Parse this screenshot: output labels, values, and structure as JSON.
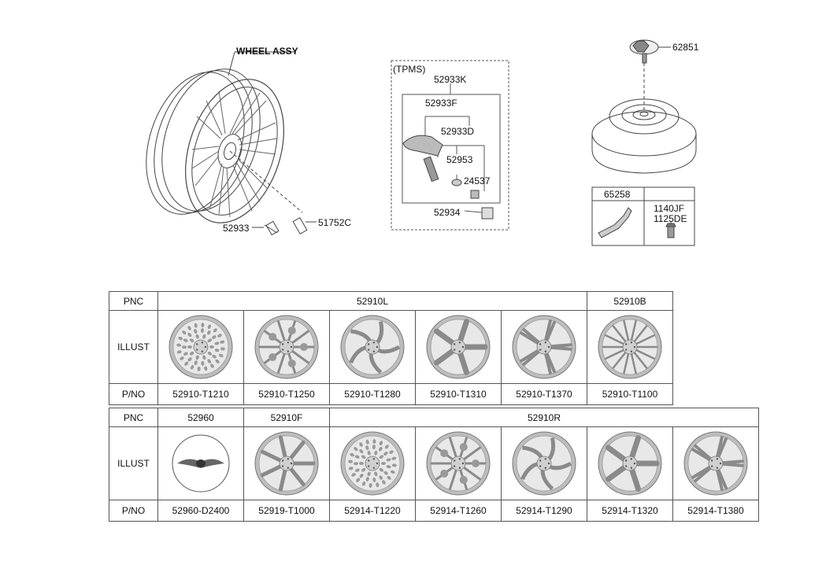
{
  "assembly": {
    "wheel_assy": "WHEEL ASSY",
    "valve_part": "52933",
    "nut_part": "51752C"
  },
  "tpms": {
    "title": "(TPMS)",
    "parts": {
      "sensor_assy": "52933K",
      "sensor": "52933F",
      "valve_body": "52933D",
      "valve_stem": "52953",
      "grommet": "24537",
      "cap": "52934"
    }
  },
  "spare": {
    "holder_part": "62851",
    "bracket_part": "65258",
    "bolt_parts": [
      "1140JF",
      "1125DE"
    ]
  },
  "table1": {
    "pnc_label": "PNC",
    "illust_label": "ILLUST",
    "pno_label": "P/NO",
    "pnc_groups": [
      {
        "pnc": "52910L",
        "span": 5
      },
      {
        "pnc": "52910B",
        "span": 1
      }
    ],
    "items": [
      {
        "pno": "52910-T1210",
        "style": "mesh"
      },
      {
        "pno": "52910-T1250",
        "style": "web"
      },
      {
        "pno": "52910-T1280",
        "style": "swirl"
      },
      {
        "pno": "52910-T1310",
        "style": "five"
      },
      {
        "pno": "52910-T1370",
        "style": "five-split"
      },
      {
        "pno": "52910-T1100",
        "style": "multi"
      }
    ]
  },
  "table2": {
    "pnc_label": "PNC",
    "illust_label": "ILLUST",
    "pno_label": "P/NO",
    "pnc_groups": [
      {
        "pnc": "52960",
        "span": 1
      },
      {
        "pnc": "52910F",
        "span": 1
      },
      {
        "pnc": "52910R",
        "span": 5
      }
    ],
    "items": [
      {
        "pno": "52960-D2400",
        "style": "emblem"
      },
      {
        "pno": "52919-T1000",
        "style": "seven"
      },
      {
        "pno": "52914-T1220",
        "style": "mesh"
      },
      {
        "pno": "52914-T1260",
        "style": "web"
      },
      {
        "pno": "52914-T1290",
        "style": "swirl"
      },
      {
        "pno": "52914-T1320",
        "style": "five"
      },
      {
        "pno": "52914-T1380",
        "style": "five-split"
      }
    ]
  }
}
